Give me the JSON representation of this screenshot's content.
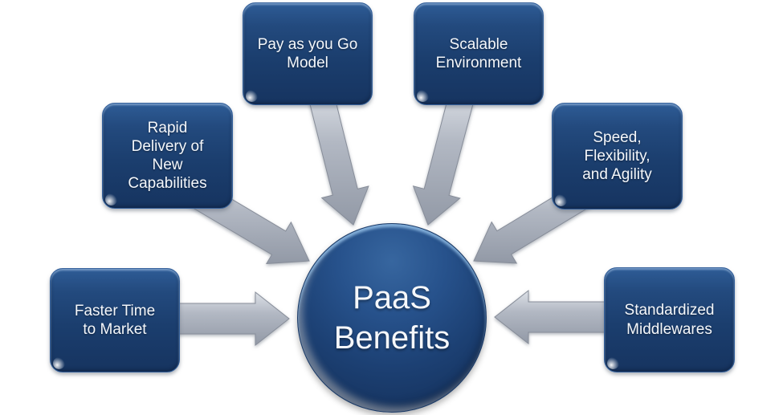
{
  "diagram": {
    "center": {
      "label": "PaaS\nBenefits"
    },
    "benefits": [
      {
        "id": "faster-time-to-market",
        "label": "Faster Time\nto Market"
      },
      {
        "id": "rapid-delivery-of-new-capabilities",
        "label": "Rapid\nDelivery of\nNew\nCapabilities"
      },
      {
        "id": "pay-as-you-go-model",
        "label": "Pay as you Go\nModel"
      },
      {
        "id": "scalable-environment",
        "label": "Scalable\nEnvironment"
      },
      {
        "id": "speed-flexibility-and-agility",
        "label": "Speed,\nFlexibility,\nand Agility"
      },
      {
        "id": "standardized-middlewares",
        "label": "Standardized\nMiddlewares"
      }
    ],
    "colors": {
      "box_blue_top": "#2e5c96",
      "box_blue_bottom": "#163460",
      "hub_blue": "#1c4073",
      "arrow_gray": "#a9b0bc",
      "label_text": "#f4f7fb",
      "background": "#ffffff"
    }
  }
}
